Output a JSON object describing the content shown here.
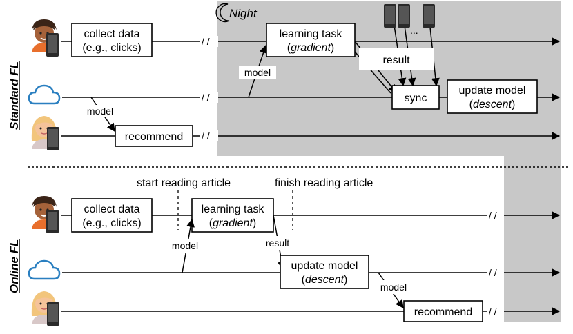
{
  "night_label": "Night",
  "standard": {
    "section_label": "Standard FL",
    "collect_line1": "collect data",
    "collect_line2": "(e.g., clicks)",
    "learn_line1": "learning task",
    "learn_line2": "gradient",
    "result_label": "result",
    "model_up_label": "model",
    "model_down_label": "model",
    "sync_label": "sync",
    "update_line1": "update model",
    "update_line2": "descent",
    "recommend_label": "recommend",
    "ellipsis": "...",
    "break_mark": "/ /"
  },
  "online": {
    "section_label": "Online FL",
    "start_reading": "start reading article",
    "finish_reading": "finish reading article",
    "collect_line1": "collect data",
    "collect_line2": "(e.g., clicks)",
    "learn_line1": "learning task",
    "learn_line2": "gradient",
    "model_up_label": "model",
    "result_label": "result",
    "update_line1": "update model",
    "update_line2": "descent",
    "model_down_label": "model",
    "recommend_label": "recommend",
    "break_mark": "/ /"
  },
  "colors": {
    "night_shade": "#c8c8c8",
    "cloud_blue": "#2a7fc0",
    "skin": "#f5c39a",
    "dark_skin": "#a5623a",
    "hair_brown": "#3b2417",
    "hair_blond": "#f2c57c",
    "phone": "#2a2a2a"
  },
  "icons": [
    "man-avatar-icon",
    "cloud-icon",
    "woman-avatar-icon",
    "phone-icon",
    "moon-icon"
  ]
}
